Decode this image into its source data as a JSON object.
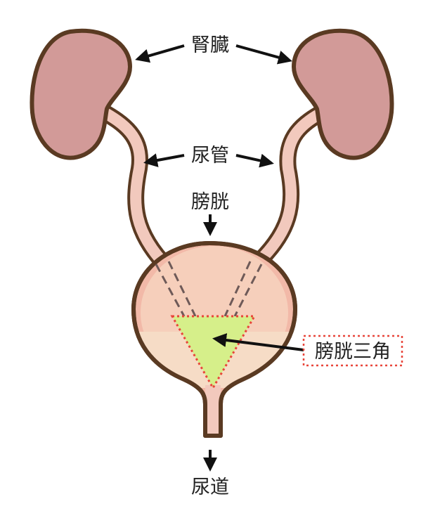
{
  "labels": {
    "kidney": "腎臓",
    "ureter": "尿管",
    "bladder": "膀胱",
    "trigone": "膀胱三角",
    "urethra": "尿道"
  },
  "colors": {
    "outline": "#5a3a22",
    "kidney_fill": "#d29a98",
    "ureter_fill": "#f2c9bd",
    "bladder_fill": "#f2b9a8",
    "bladder_inner": "#f6cfbb",
    "bladder_lower": "#f6dcc6",
    "trigone_fill": "#d6ef8a",
    "dotted_red": "#e8453a",
    "arrow": "#111111"
  }
}
